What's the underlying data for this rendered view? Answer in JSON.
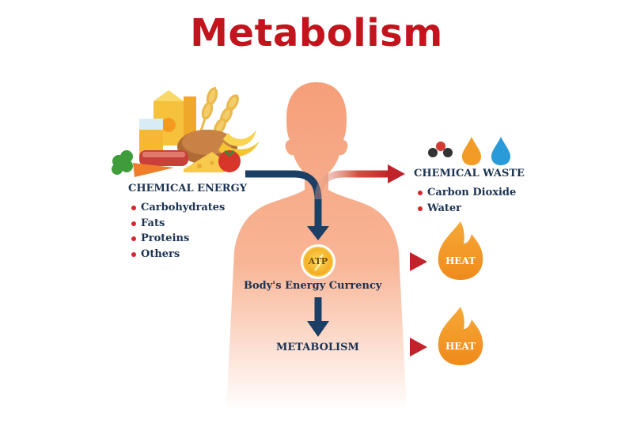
{
  "title": "Metabolism",
  "chemical_energy": {
    "heading": "CHEMICAL ENERGY",
    "items": [
      "Carbohydrates",
      "Fats",
      "Proteins",
      "Others"
    ]
  },
  "chemical_waste": {
    "heading": "CHEMICAL WASTE",
    "items": [
      "Carbon Dioxide",
      "Water"
    ]
  },
  "atp": {
    "badge": "ATP",
    "caption": "Body's Energy Currency"
  },
  "metabolism_label": "METABOLISM",
  "heat": {
    "label_1": "HEAT",
    "label_2": "HEAT"
  },
  "colors": {
    "title": "#c2141c",
    "text": "#1c3352",
    "bullet": "#d9262e",
    "body": "#f5a986",
    "arrow_dark": "#1c3f66",
    "arrow_red": "#c0232a",
    "flame": "#f39c22"
  }
}
